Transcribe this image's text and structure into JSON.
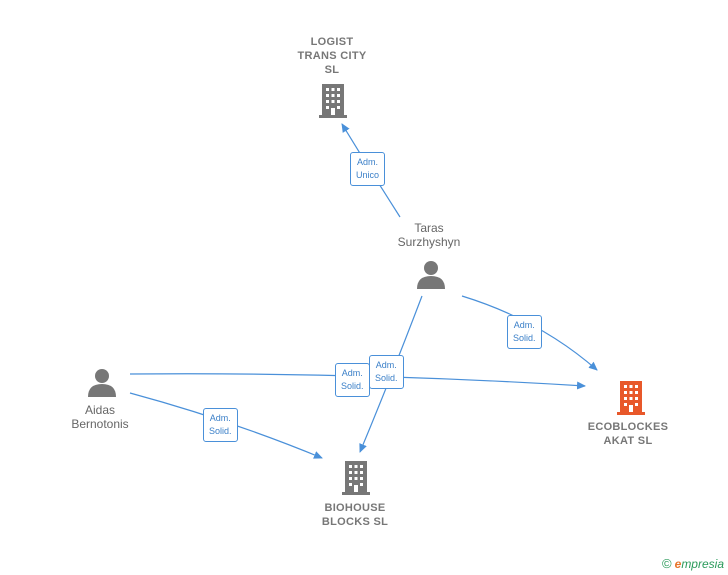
{
  "nodes": {
    "logist": {
      "lines": [
        "LOGIST",
        "TRANS CITY",
        "SL"
      ]
    },
    "taras": {
      "lines": [
        "Taras",
        "Surzhyshyn"
      ]
    },
    "aidas": {
      "lines": [
        "Aidas",
        "Bernotonis"
      ]
    },
    "ecoblockes": {
      "lines": [
        "ECOBLOCKES",
        "AKAT  SL"
      ]
    },
    "biohouse": {
      "lines": [
        "BIOHOUSE",
        "BLOCKS  SL"
      ]
    }
  },
  "edges": {
    "taras_logist": {
      "lines": [
        "Adm.",
        "Unico"
      ]
    },
    "taras_ecoblockes": {
      "lines": [
        "Adm.",
        "Solid."
      ]
    },
    "aidas_ecoblockes": {
      "lines": [
        "Adm.",
        "Solid."
      ]
    },
    "taras_biohouse": {
      "lines": [
        "Adm.",
        "Solid."
      ]
    },
    "aidas_biohouse": {
      "lines": [
        "Adm.",
        "Solid."
      ]
    }
  },
  "colors": {
    "edge": "#4a90d9",
    "company_icon": "#777777",
    "main_company_icon": "#e8582a",
    "person_icon": "#777777"
  },
  "brand": {
    "copyright": "©",
    "first_letter": "e",
    "rest": "mpresia"
  }
}
